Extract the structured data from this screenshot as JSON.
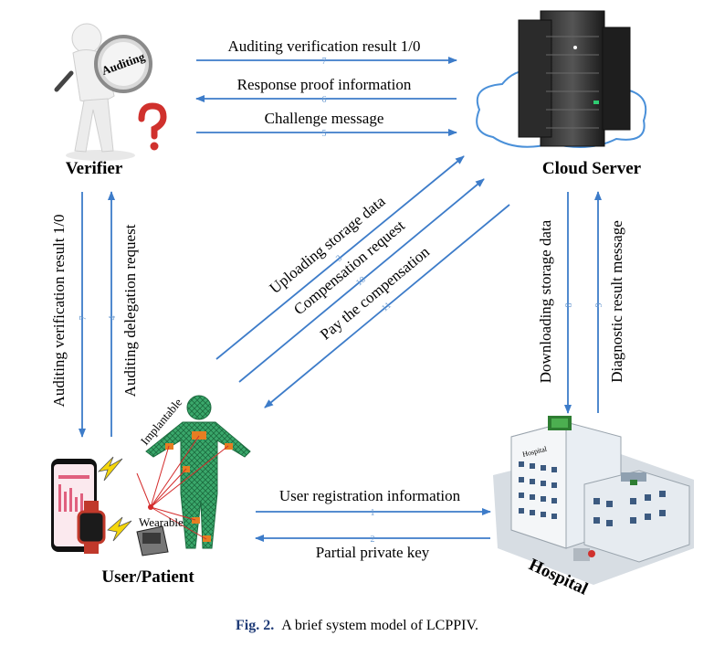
{
  "entities": {
    "verifier": "Verifier",
    "cloud_server": "Cloud Server",
    "user_patient": "User/Patient",
    "hospital": "Hospital"
  },
  "magnifier_text": "Auditing",
  "device_labels": {
    "implantable": "Implantable",
    "wearable": "Wearable"
  },
  "hospital_sign": "Hospital",
  "messages": [
    {
      "num": "1",
      "text": "User registration information"
    },
    {
      "num": "2",
      "text": "Partial private key"
    },
    {
      "num": "3",
      "text": "Uploading storage data"
    },
    {
      "num": "4",
      "text": "Auditing delegation request"
    },
    {
      "num": "5",
      "text": "Challenge  message"
    },
    {
      "num": "6",
      "text": "Response proof information"
    },
    {
      "num": "7",
      "text": "Auditing verification result 1/0"
    },
    {
      "num": "7",
      "text": "Auditing verification result 1/0"
    },
    {
      "num": "8",
      "text": "Downloading storage data"
    },
    {
      "num": "9",
      "text": "Diagnostic result message"
    },
    {
      "num": "10",
      "text": "Compensation request"
    },
    {
      "num": "11",
      "text": "Pay the compensation"
    }
  ],
  "caption": {
    "fig": "Fig. 2.",
    "text": "A brief system model of LCPPIV."
  },
  "colors": {
    "arrow": "#3d7cc9",
    "body_mesh": "#2e8b57",
    "patch": "#e67e22",
    "question": "#d0312d"
  }
}
